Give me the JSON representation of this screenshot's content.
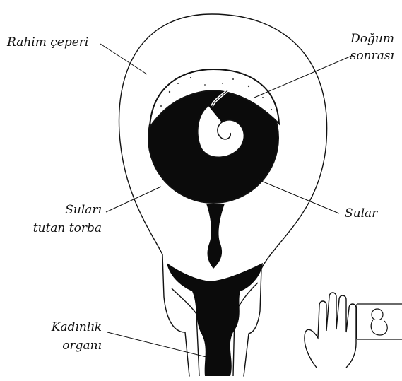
{
  "labels": {
    "uterine_wall": "Rahim çeperi",
    "placenta_line1": "Doğum",
    "placenta_line2": "sonrası",
    "sac_line1": "Suları",
    "sac_line2": "tutan torba",
    "fluid": "Sular",
    "vagina_line1": "Kadınlık",
    "vagina_line2": "organı"
  },
  "colors": {
    "ink": "#111111",
    "fluid": "#0b0b0b",
    "paper": "#ffffff"
  },
  "icons": {
    "scale_reference": "hand-with-fetus-icon"
  }
}
